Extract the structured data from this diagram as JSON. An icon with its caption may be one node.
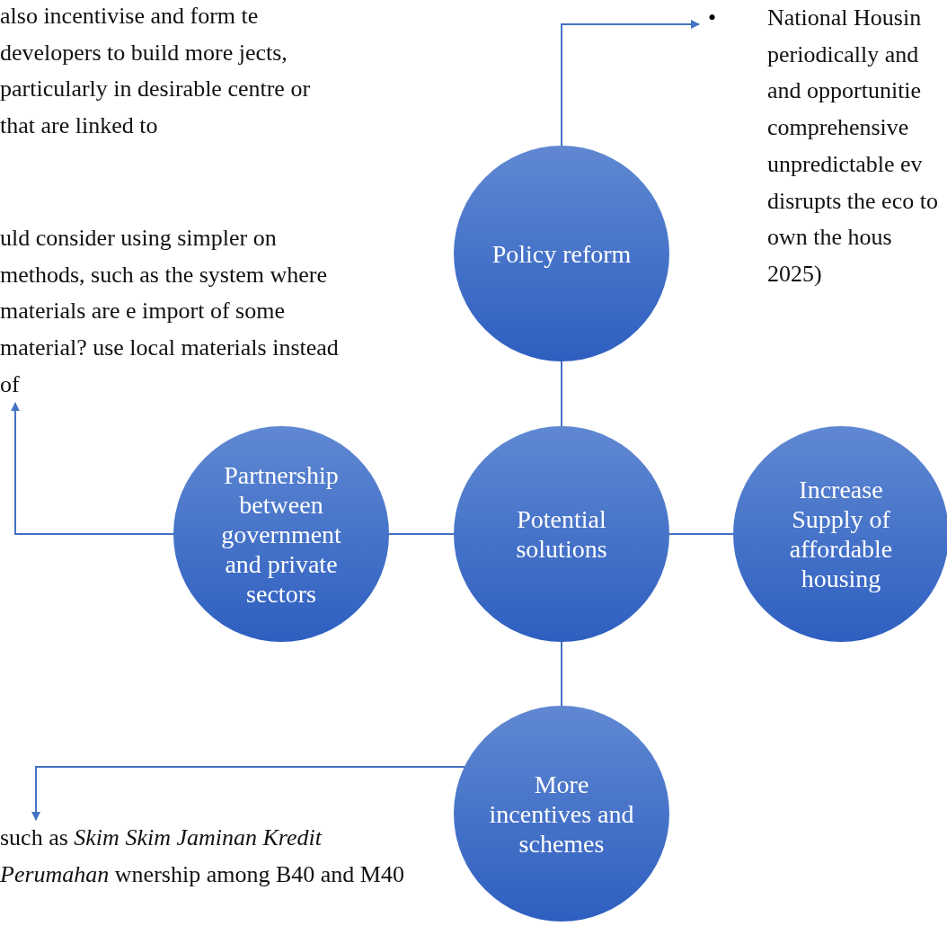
{
  "diagram": {
    "nodes": [
      {
        "text": [
          "Potential solutions"
        ]
      },
      {
        "text": [
          "Policy reform"
        ]
      },
      {
        "text": [
          "Partnership between government and private sectors"
        ]
      },
      {
        "text": [
          "Increase Supply of affordable housing"
        ]
      },
      {
        "text": [
          "More incentives and schemes"
        ]
      },
      {
        "text": [
          "also incentivise and form te developers to build more jects, particularly in desirable centre or that are linked to",
          "uld consider using simpler on methods, such as the system where materials are e import of some material? use local materials instead of"
        ]
      },
      {
        "text": [
          "•",
          "National Housin periodically and and opportunitie comprehensive unpredictable ev disrupts the eco to own the hous 2025)"
        ]
      },
      {
        "text": [
          "such as *Skim* *Skim Jaminan Kredit Perumahan* wnership among B40 and M40"
        ]
      }
    ],
    "edges": [
      {
        "from": 0,
        "to": 1,
        "arrow": "none"
      },
      {
        "from": 0,
        "to": 2,
        "arrow": "none"
      },
      {
        "from": 0,
        "to": 3,
        "arrow": "none"
      },
      {
        "from": 0,
        "to": 4,
        "arrow": "none"
      },
      {
        "from": 1,
        "to": 6,
        "arrow": "to"
      },
      {
        "from": 2,
        "to": 5,
        "arrow": "to"
      },
      {
        "from": 4,
        "to": 7,
        "arrow": "to"
      }
    ]
  }
}
